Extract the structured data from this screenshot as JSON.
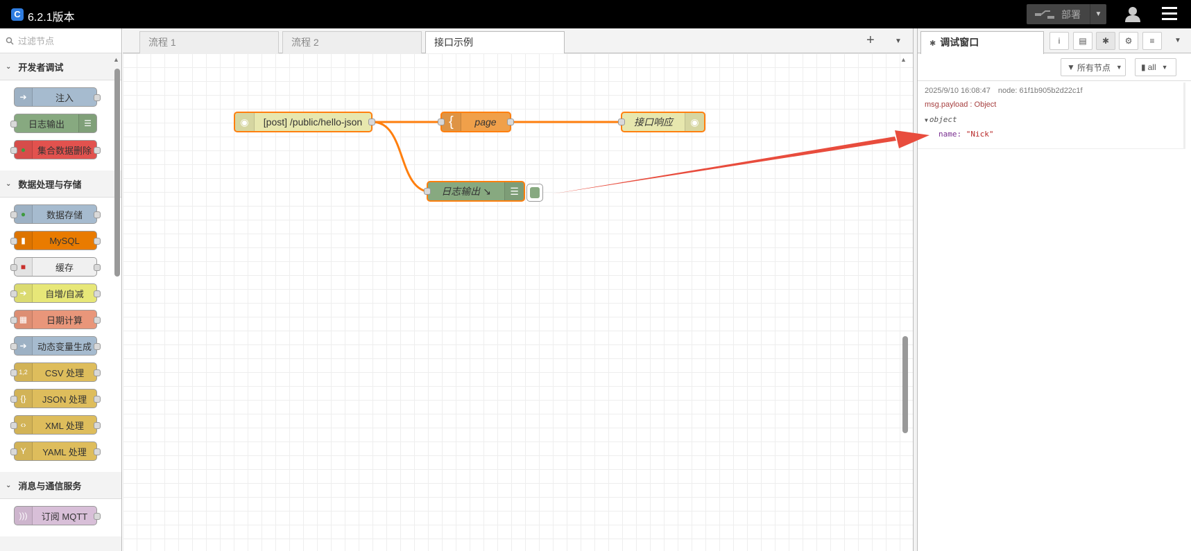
{
  "header": {
    "title": "6.2.1版本",
    "deploy_label": "部署"
  },
  "palette": {
    "search_placeholder": "过滤节点",
    "categories": [
      {
        "label": "开发者调试",
        "nodes": [
          "注入",
          "日志输出",
          "集合数据删除"
        ]
      },
      {
        "label": "数据处理与存储",
        "nodes": [
          "数据存储",
          "MySQL",
          "缓存",
          "自增/自减",
          "日期计算",
          "动态变量生成",
          "CSV 处理",
          "JSON 处理",
          "XML 处理",
          "YAML 处理"
        ]
      },
      {
        "label": "消息与通信服务",
        "nodes": [
          "订阅 MQTT"
        ]
      }
    ]
  },
  "workspace": {
    "tabs": [
      "流程 1",
      "流程 2",
      "接口示例"
    ],
    "nodes": {
      "http_in": "[post] /public/hello-json",
      "template": "page",
      "http_response": "接口响应",
      "debug": "日志输出"
    }
  },
  "sidebar": {
    "tab_label": "调试窗口",
    "filter_label": "所有节点",
    "level_label": "all",
    "message": {
      "timestamp": "2025/9/10 16:08:47",
      "node": "node: 61f1b905b2d22c1f",
      "topic": "msg.payload : Object",
      "object_label": "object",
      "prop_key": "name:",
      "prop_value": "\"Nick\""
    }
  },
  "colors": {
    "inject": "#a6bbcf",
    "debug": "#87a980",
    "mongo_remove": "#e2524e",
    "mongo": "#aaaaaa",
    "mysql": "#e97b00",
    "cache": "#e2d96e",
    "counter": "#e7e778",
    "date": "#e9967a",
    "dynamic": "#a6bbcf",
    "parser": "#debd5c",
    "mqtt": "#d8bfd8",
    "http": "#e7e7ae",
    "template": "#f0a04a",
    "accent": "#ff7f0e",
    "arrow": "#e84c3d"
  }
}
